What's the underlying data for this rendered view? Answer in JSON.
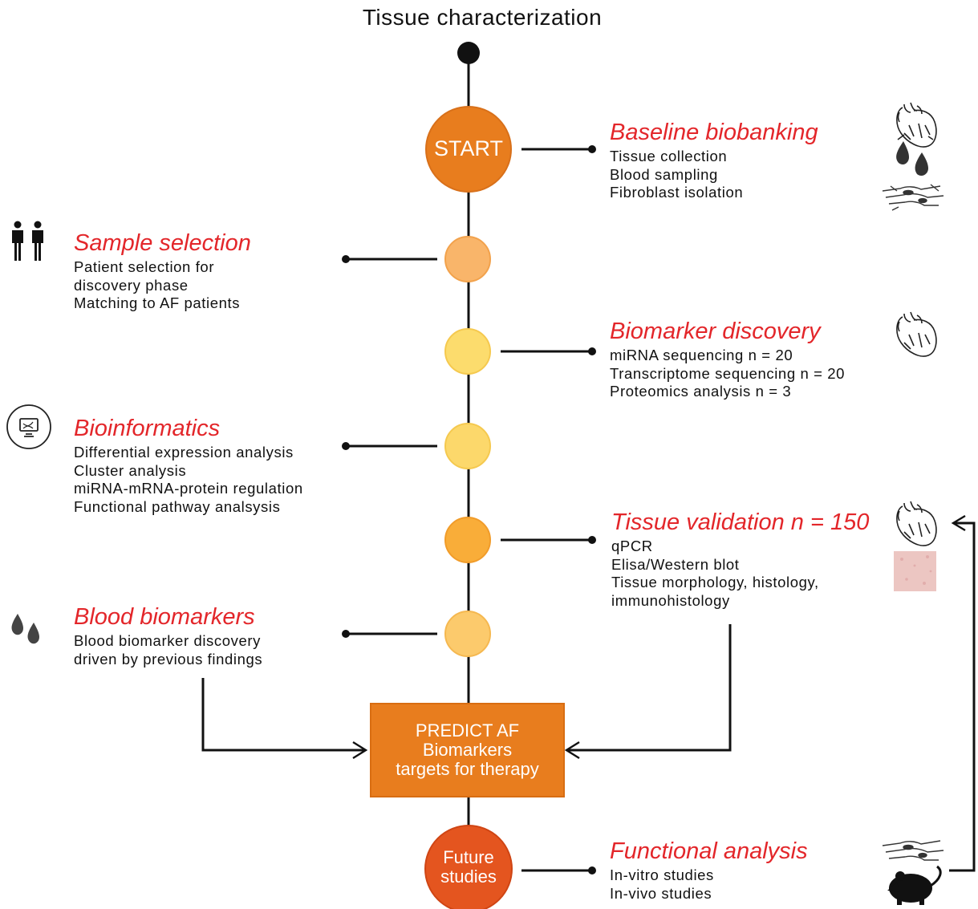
{
  "title": "Tissue characterization",
  "nodes": {
    "start_label": "START",
    "future_label_1": "Future",
    "future_label_2": "studies",
    "box_lines": [
      "PREDICT AF",
      "Biomarkers",
      "targets for therapy"
    ]
  },
  "stages": [
    {
      "id": "baseline",
      "title": "Baseline biobanking",
      "lines": [
        "Tissue collection",
        "Blood sampling",
        "Fibroblast isolation"
      ]
    },
    {
      "id": "sample",
      "title": "Sample selection",
      "lines": [
        "Patient selection for",
        "discovery phase",
        "Matching to AF patients"
      ]
    },
    {
      "id": "discovery",
      "title": "Biomarker discovery",
      "lines": [
        "miRNA sequencing n = 20",
        "Transcriptome sequencing n = 20",
        "Proteomics analysis n = 3"
      ]
    },
    {
      "id": "bioinfo",
      "title": "Bioinformatics",
      "lines": [
        "Differential expression analysis",
        "Cluster analysis",
        "miRNA-mRNA-protein regulation",
        "Functional pathway analsysis"
      ]
    },
    {
      "id": "validation",
      "title": "Tissue validation n = 150",
      "lines": [
        "qPCR",
        "Elisa/Western blot",
        "Tissue morphology, histology,",
        "immunohistology"
      ]
    },
    {
      "id": "blood",
      "title": "Blood biomarkers",
      "lines": [
        "Blood biomarker discovery",
        "driven by previous findings"
      ]
    },
    {
      "id": "functional",
      "title": "Functional analysis",
      "lines": [
        "In-vitro studies",
        "In-vivo studies"
      ]
    }
  ],
  "icons": [
    "heart-icon",
    "blood-drops-icon",
    "fibroblast-cells-icon",
    "patients-icon",
    "computer-dna-icon",
    "tissue-sample-icon",
    "mouse-icon"
  ],
  "colors": {
    "accent_red": "#e3262a",
    "start_orange": "#e87d1e",
    "future_red_orange": "#e4551f",
    "box_orange": "#e87d1e",
    "node_light_orange": "#f9b56a",
    "node_yellow": "#fcdc6d",
    "node_amber": "#f9ad39",
    "node_pale_orange": "#fcca6c"
  }
}
